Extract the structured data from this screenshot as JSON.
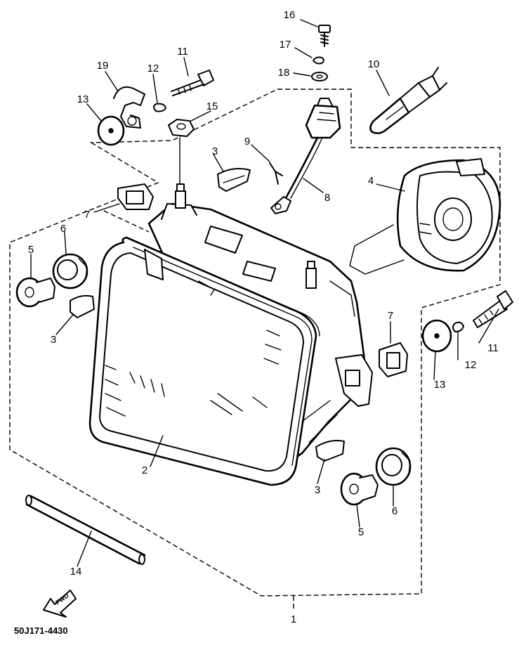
{
  "figure": {
    "code": "50J171-4430",
    "fwd_text": "FWD"
  },
  "callouts": [
    {
      "id": "c16",
      "label": "16"
    },
    {
      "id": "c17",
      "label": "17"
    },
    {
      "id": "c18",
      "label": "18"
    },
    {
      "id": "c10",
      "label": "10"
    },
    {
      "id": "c11a",
      "label": "11"
    },
    {
      "id": "c19",
      "label": "19"
    },
    {
      "id": "c12a",
      "label": "12"
    },
    {
      "id": "c15",
      "label": "15"
    },
    {
      "id": "c13a",
      "label": "13"
    },
    {
      "id": "c9",
      "label": "9"
    },
    {
      "id": "c3a",
      "label": "3"
    },
    {
      "id": "c8",
      "label": "8"
    },
    {
      "id": "c4",
      "label": "4"
    },
    {
      "id": "c7a",
      "label": "7"
    },
    {
      "id": "c6a",
      "label": "6"
    },
    {
      "id": "c5a",
      "label": "5"
    },
    {
      "id": "c3b",
      "label": "3"
    },
    {
      "id": "c7b",
      "label": "7"
    },
    {
      "id": "c11b",
      "label": "11"
    },
    {
      "id": "c12b",
      "label": "12"
    },
    {
      "id": "c13b",
      "label": "13"
    },
    {
      "id": "c2",
      "label": "2"
    },
    {
      "id": "c3c",
      "label": "3"
    },
    {
      "id": "c6b",
      "label": "6"
    },
    {
      "id": "c5b",
      "label": "5"
    },
    {
      "id": "c14",
      "label": "14"
    },
    {
      "id": "c1",
      "label": "1"
    }
  ]
}
